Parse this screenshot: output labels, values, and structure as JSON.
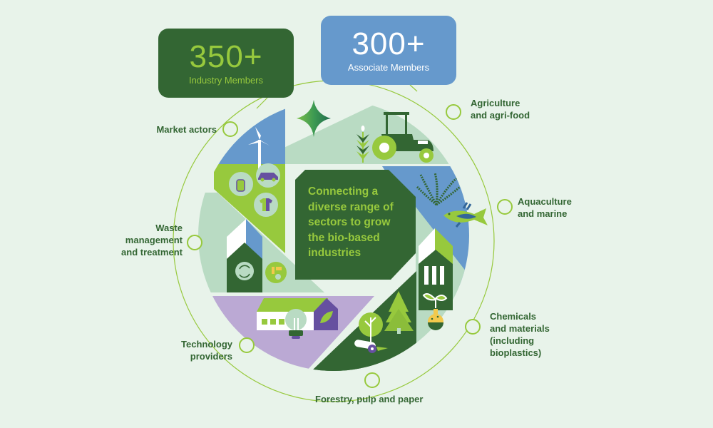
{
  "stats": {
    "industry": {
      "value": "350+",
      "caption": "Industry Members",
      "bg": "#336633",
      "fg": "#97c93d"
    },
    "associate": {
      "value": "300+",
      "caption": "Associate Members",
      "bg": "#6699cc",
      "fg": "#ffffff"
    }
  },
  "center": {
    "text": "Connecting a diverse range of sectors to grow the bio-based industries",
    "lines": [
      "Connecting a",
      "diverse range of",
      "sectors to grow",
      "the bio-based",
      "industries"
    ]
  },
  "sectors": [
    {
      "id": "market-actors",
      "lines": [
        "Market actors"
      ]
    },
    {
      "id": "agriculture",
      "lines": [
        "Agriculture",
        "and agri-food"
      ]
    },
    {
      "id": "aquaculture",
      "lines": [
        "Aquaculture",
        "and marine"
      ]
    },
    {
      "id": "waste",
      "lines": [
        "Waste",
        "management",
        "and treatment"
      ]
    },
    {
      "id": "chemicals",
      "lines": [
        "Chemicals",
        "and materials",
        "(including",
        "bioplastics)"
      ]
    },
    {
      "id": "technology",
      "lines": [
        "Technology",
        "providers"
      ]
    },
    {
      "id": "forestry",
      "lines": [
        "Forestry, pulp and paper"
      ]
    }
  ],
  "colors": {
    "background": "#e8f3ea",
    "dark_green": "#336633",
    "lime": "#97c93d",
    "pale_green": "#b9dbc3",
    "blue": "#6699cc",
    "lavender": "#bba9d4",
    "purple": "#6650a0",
    "yellow": "#f2c94c"
  }
}
